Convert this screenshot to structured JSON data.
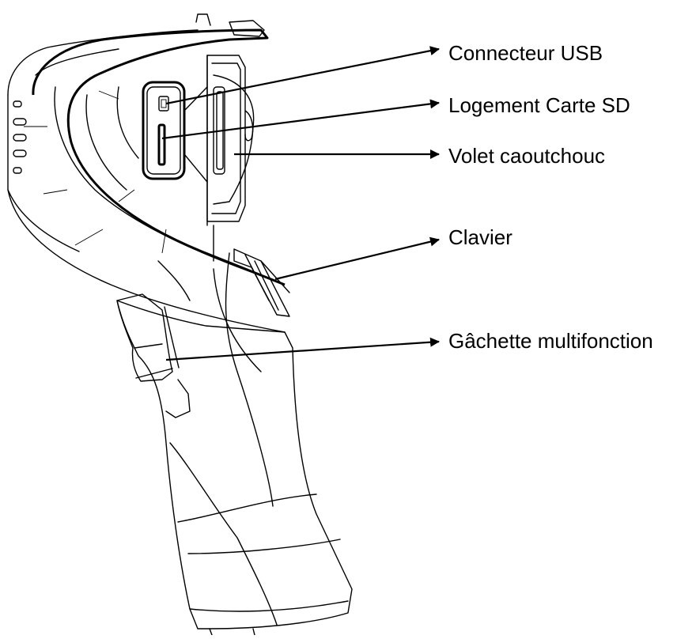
{
  "labels": {
    "usb_connector": "Connecteur USB",
    "sd_slot": "Logement Carte SD",
    "rubber_flap": "Volet caoutchouc",
    "keypad": "Clavier",
    "multifunction_trigger": "Gâchette multifonction"
  },
  "colors": {
    "line": "#000000",
    "background": "#ffffff"
  }
}
